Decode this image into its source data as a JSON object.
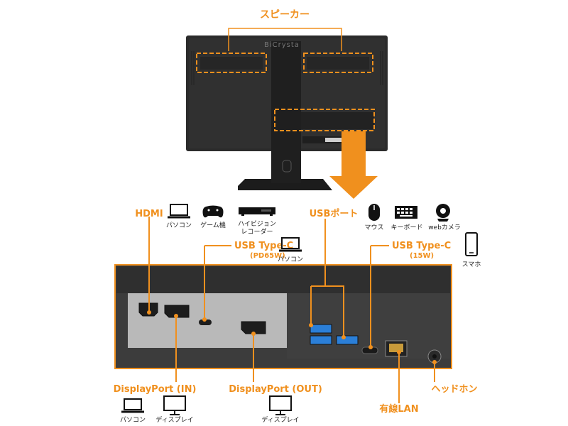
{
  "colors": {
    "accent": "#f0901e",
    "monitor_body": "#2a2a2a",
    "panel": "#3a3a3a",
    "silver": "#b8b8b8"
  },
  "labels": {
    "speaker": "スピーカー",
    "hdmi": "HDMI",
    "usb_port": "USBポート",
    "usbc_pd65": "USB Type-C",
    "usbc_pd65_sub": "(PD65W)",
    "usbc_15": "USB Type-C",
    "usbc_15_sub": "(15W)",
    "dp_in": "DisplayPort (IN)",
    "dp_out": "DisplayPort (OUT)",
    "lan": "有線LAN",
    "headphone": "ヘッドホン"
  },
  "brand": "BiCrysta",
  "devices": {
    "hdmi": [
      {
        "icon": "laptop-icon",
        "caption": "パソコン"
      },
      {
        "icon": "gamepad-icon",
        "caption": "ゲーム機"
      },
      {
        "icon": "recorder-icon",
        "caption": "ハイビジョン\nレコーダー"
      }
    ],
    "usbc_pd65": [
      {
        "icon": "laptop-icon",
        "caption": "パソコン"
      }
    ],
    "usb_port": [
      {
        "icon": "mouse-icon",
        "caption": "マウス"
      },
      {
        "icon": "keyboard-icon",
        "caption": "キーボード"
      },
      {
        "icon": "webcam-icon",
        "caption": "webカメラ"
      }
    ],
    "usbc_15": [
      {
        "icon": "smartphone-icon",
        "caption": "スマホ"
      }
    ],
    "dp_in": [
      {
        "icon": "laptop-icon",
        "caption": "パソコン"
      },
      {
        "icon": "display-icon",
        "caption": "ディスプレイ"
      }
    ],
    "dp_out": [
      {
        "icon": "display-icon",
        "caption": "ディスプレイ"
      }
    ]
  }
}
